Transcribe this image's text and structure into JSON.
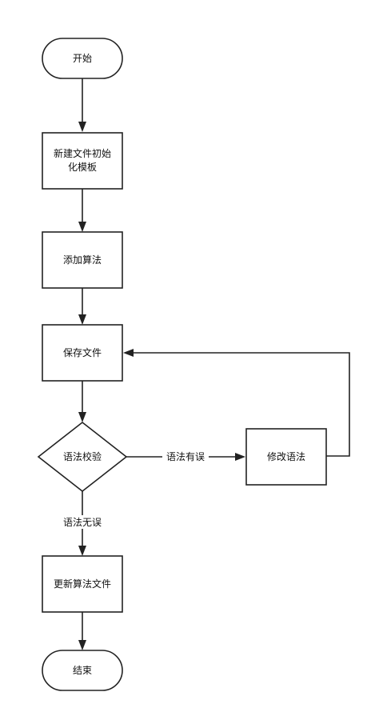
{
  "nodes": {
    "start": "开始",
    "init_template": [
      "新建文件初始",
      "化模板"
    ],
    "add_algorithm": "添加算法",
    "save_file": "保存文件",
    "syntax_check": "语法校验",
    "modify_syntax": "修改语法",
    "update_file": "更新算法文件",
    "end": "结束"
  },
  "edges": {
    "has_error": "语法有误",
    "no_error": "语法无误"
  },
  "colors": {
    "stroke": "#222222",
    "text": "#111111",
    "background": "#ffffff"
  }
}
